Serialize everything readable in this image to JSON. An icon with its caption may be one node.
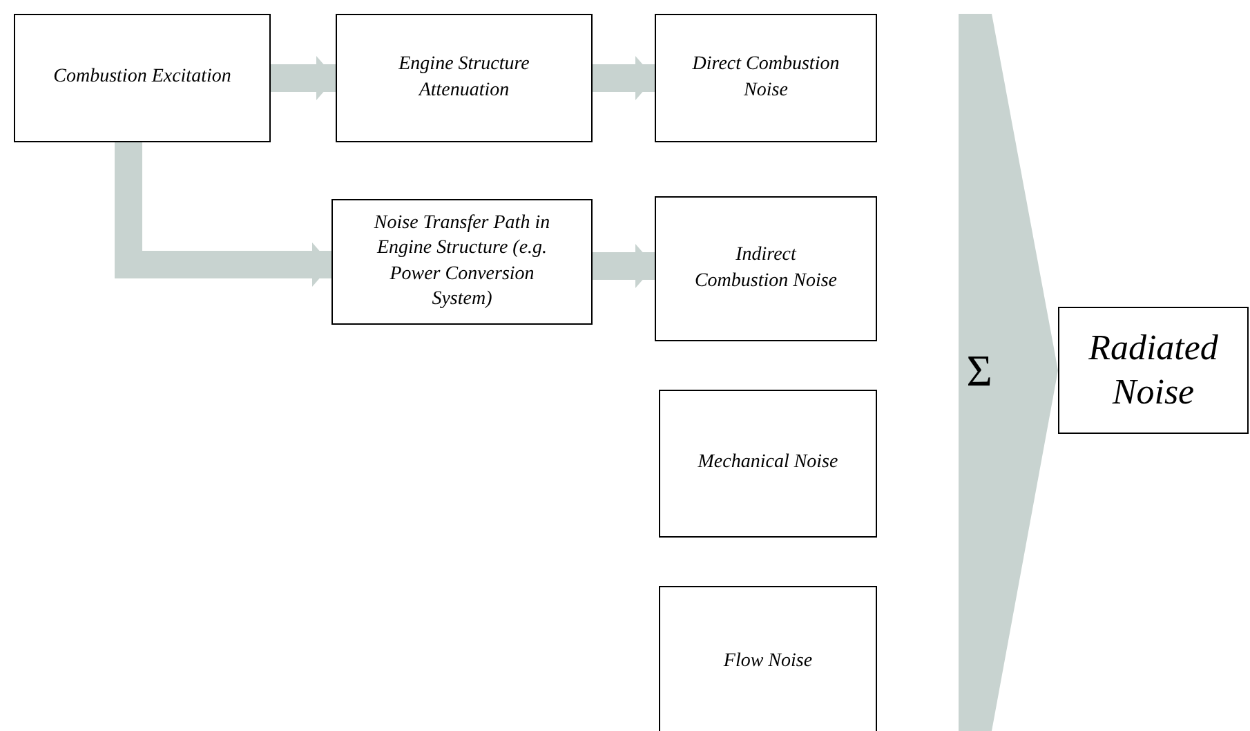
{
  "diagram": {
    "nodes": [
      {
        "text": [
          "Combustion Excitation"
        ]
      },
      {
        "text": [
          "Engine Structure Attenuation"
        ]
      },
      {
        "text": [
          "Direct Combustion Noise"
        ]
      },
      {
        "text": [
          "Noise Transfer Path in Engine Structure (e.g. Power Conversion System)"
        ]
      },
      {
        "text": [
          "Indirect Combustion Noise"
        ]
      },
      {
        "text": [
          "Mechanical Noise"
        ]
      },
      {
        "text": [
          "Flow Noise"
        ]
      },
      {
        "text": [
          "Σ"
        ]
      },
      {
        "text": [
          "Radiated Noise"
        ]
      }
    ],
    "edges": [
      {
        "from": 0,
        "to": 1,
        "arrow": "to"
      },
      {
        "from": 1,
        "to": 2,
        "arrow": "to"
      },
      {
        "from": 0,
        "to": 3,
        "arrow": "to"
      },
      {
        "from": 3,
        "to": 4,
        "arrow": "to"
      }
    ]
  }
}
